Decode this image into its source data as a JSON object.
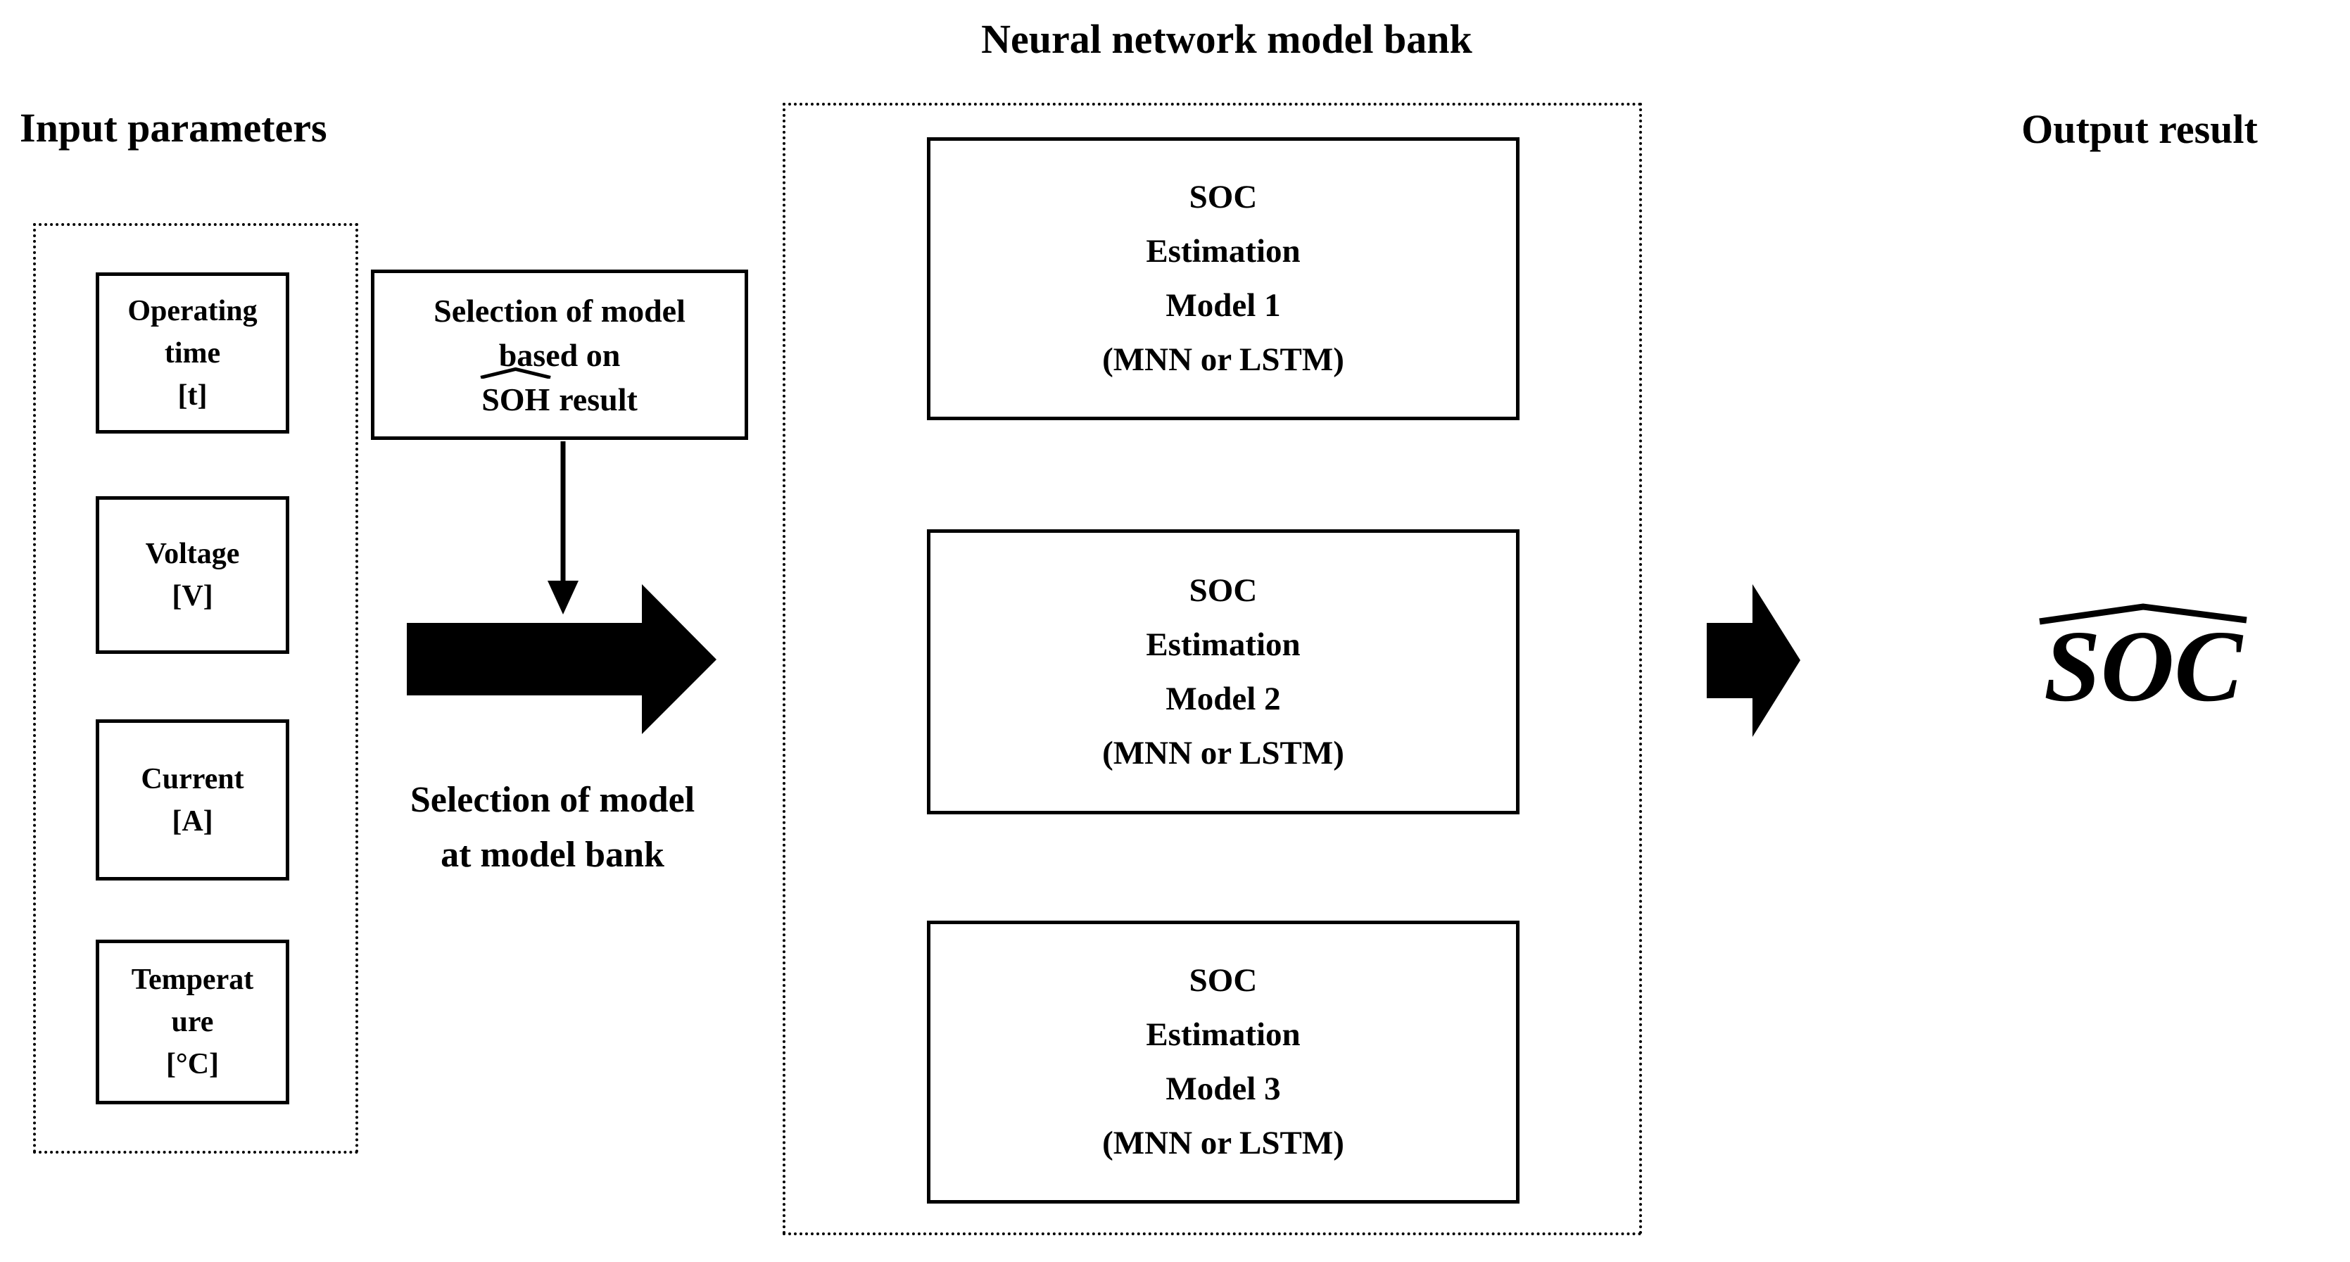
{
  "headings": {
    "input": "Input parameters",
    "bank": "Neural network model bank",
    "output": "Output result"
  },
  "input_params": [
    {
      "name": "operating-time",
      "lines": [
        "Operating",
        "time",
        "[t]"
      ]
    },
    {
      "name": "voltage",
      "lines": [
        "Voltage",
        "[V]"
      ]
    },
    {
      "name": "current",
      "lines": [
        "Current",
        "[A]"
      ]
    },
    {
      "name": "temperature",
      "lines": [
        "Temperat",
        "ure",
        "[°C]"
      ]
    }
  ],
  "selection_box": {
    "line1": "Selection of model",
    "line2": "based on",
    "soh": "SOH",
    "line3_rest": "result"
  },
  "caption": {
    "line1": "Selection of model",
    "line2": "at model bank"
  },
  "models": [
    {
      "lines": [
        "SOC",
        "Estimation",
        "Model 1",
        "(MNN or LSTM)"
      ]
    },
    {
      "lines": [
        "SOC",
        "Estimation",
        "Model 2",
        "(MNN or LSTM)"
      ]
    },
    {
      "lines": [
        "SOC",
        "Estimation",
        "Model 3",
        "(MNN or LSTM)"
      ]
    }
  ],
  "output": {
    "soc": "SOC"
  },
  "icons": {
    "selection_flow": "down-arrow",
    "input_to_bank": "right-arrow",
    "bank_to_output": "right-arrow"
  },
  "colors": {
    "ink": "#000000",
    "background": "#ffffff"
  }
}
